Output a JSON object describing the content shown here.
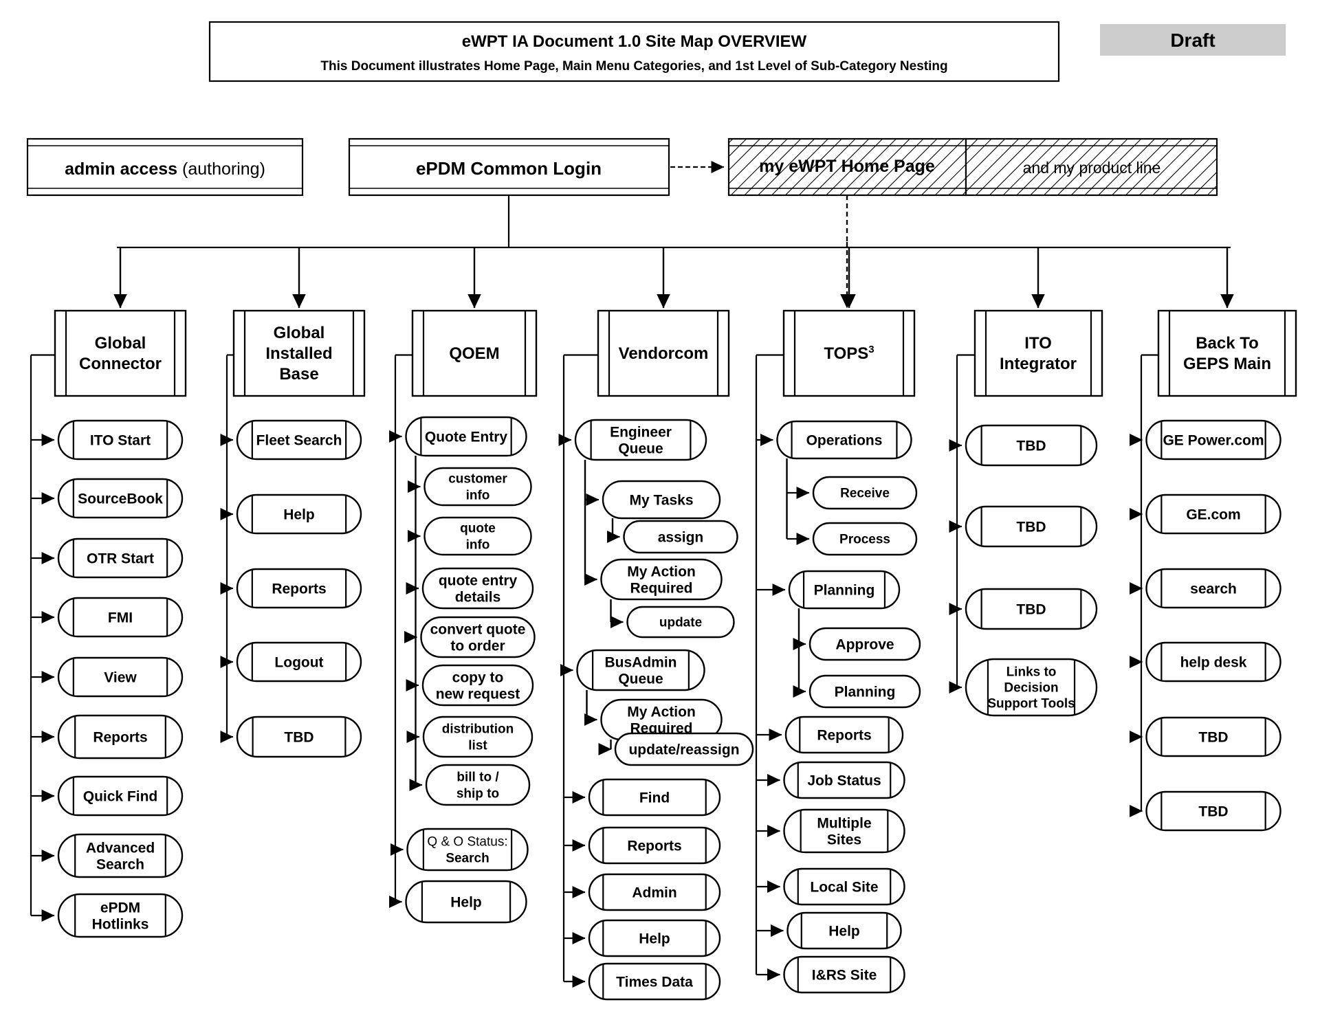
{
  "document": {
    "title_line1": "eWPT IA Document 1.0 Site Map  OVERVIEW",
    "title_line2": "This Document illustrates Home Page, Main Menu Categories, and 1st Level of Sub-Category Nesting",
    "status_badge": "Draft",
    "status_badge_bg": "#cccccc"
  },
  "top_row": {
    "admin_box": {
      "bold": "admin access",
      "regular": " (authoring)"
    },
    "login_box": {
      "label": "ePDM  Common Login"
    },
    "home_box": {
      "label": "my eWPT Home Page",
      "hatched": true
    },
    "product_box": {
      "label": "and my product line",
      "hatched": true
    }
  },
  "columns": [
    {
      "id": "global-connector",
      "header": "Global\nConnector",
      "header_lines": [
        "Global",
        "Connector"
      ],
      "items": [
        {
          "label": "ITO Start",
          "level": 1
        },
        {
          "label": "SourceBook",
          "level": 1
        },
        {
          "label": "OTR Start",
          "level": 1
        },
        {
          "label": "FMI",
          "level": 1
        },
        {
          "label": "View",
          "level": 1
        },
        {
          "label": "Reports",
          "level": 1
        },
        {
          "label": "Quick Find",
          "level": 1
        },
        {
          "label": "Advanced\nSearch",
          "level": 1
        },
        {
          "label": "ePDM\nHotlinks",
          "level": 1
        }
      ]
    },
    {
      "id": "global-installed-base",
      "header_lines": [
        "Global",
        "Installed",
        "Base"
      ],
      "items": [
        {
          "label": "Fleet Search",
          "level": 1
        },
        {
          "label": "Help",
          "level": 1
        },
        {
          "label": "Reports",
          "level": 1
        },
        {
          "label": "Logout",
          "level": 1
        },
        {
          "label": "TBD",
          "level": 1
        }
      ]
    },
    {
      "id": "qoem",
      "header_lines": [
        "QOEM"
      ],
      "items": [
        {
          "label": "Quote Entry",
          "level": 1
        },
        {
          "label": "customer\ninfo",
          "level": 2
        },
        {
          "label": "quote\ninfo",
          "level": 2
        },
        {
          "label": "quote entry\ndetails",
          "level": 2
        },
        {
          "label": "convert quote\nto order",
          "level": 2
        },
        {
          "label": "copy  to\nnew request",
          "level": 2
        },
        {
          "label": "distribution\nlist",
          "level": 2
        },
        {
          "label": "bill to /\nship to",
          "level": 2
        },
        {
          "label": "Q & O Status:\nSearch",
          "level": 1,
          "mixed": true,
          "regular_line": "Q & O Status:",
          "bold_line": "Search"
        },
        {
          "label": "Help",
          "level": 1
        }
      ]
    },
    {
      "id": "vendorcom",
      "header_lines": [
        "Vendorcom"
      ],
      "items": [
        {
          "label": "Engineer\nQueue",
          "level": 1
        },
        {
          "label": "My Tasks",
          "level": 2
        },
        {
          "label": "assign",
          "level": 3
        },
        {
          "label": "My Action\nRequired",
          "level": 2
        },
        {
          "label": "update",
          "level": 3
        },
        {
          "label": "BusAdmin\nQueue",
          "level": 1
        },
        {
          "label": "My Action\nRequired",
          "level": 2
        },
        {
          "label": "update/reassign",
          "level": 3
        },
        {
          "label": "Find",
          "level": 1
        },
        {
          "label": "Reports",
          "level": 1
        },
        {
          "label": "Admin",
          "level": 1
        },
        {
          "label": "Help",
          "level": 1
        },
        {
          "label": "Times Data",
          "level": 1
        }
      ]
    },
    {
      "id": "tops",
      "header_lines": [
        "TOPS"
      ],
      "header_superscript": "3",
      "items": [
        {
          "label": "Operations",
          "level": 1
        },
        {
          "label": "Receive",
          "level": 2
        },
        {
          "label": "Process",
          "level": 2
        },
        {
          "label": "Planning",
          "level": 1
        },
        {
          "label": "Approve",
          "level": 2
        },
        {
          "label": "Planning",
          "level": 2
        },
        {
          "label": "Reports",
          "level": 1
        },
        {
          "label": "Job Status",
          "level": 1
        },
        {
          "label": "Multiple\nSites",
          "level": 1
        },
        {
          "label": "Local Site",
          "level": 1
        },
        {
          "label": "Help",
          "level": 1
        },
        {
          "label": "I&RS Site",
          "level": 1
        }
      ]
    },
    {
      "id": "ito-integrator",
      "header_lines": [
        "ITO",
        "Integrator"
      ],
      "items": [
        {
          "label": "TBD",
          "level": 1
        },
        {
          "label": "TBD",
          "level": 1
        },
        {
          "label": "TBD",
          "level": 1
        },
        {
          "label": "Links to\nDecision\nSupport Tools",
          "level": 1
        }
      ]
    },
    {
      "id": "back-to-geps-main",
      "header_lines": [
        "Back To",
        "GEPS Main"
      ],
      "items": [
        {
          "label": "GE Power.com",
          "level": 1
        },
        {
          "label": "GE.com",
          "level": 1
        },
        {
          "label": "search",
          "level": 1
        },
        {
          "label": "help desk",
          "level": 1
        },
        {
          "label": "TBD",
          "level": 1
        },
        {
          "label": "TBD",
          "level": 1
        }
      ]
    }
  ]
}
